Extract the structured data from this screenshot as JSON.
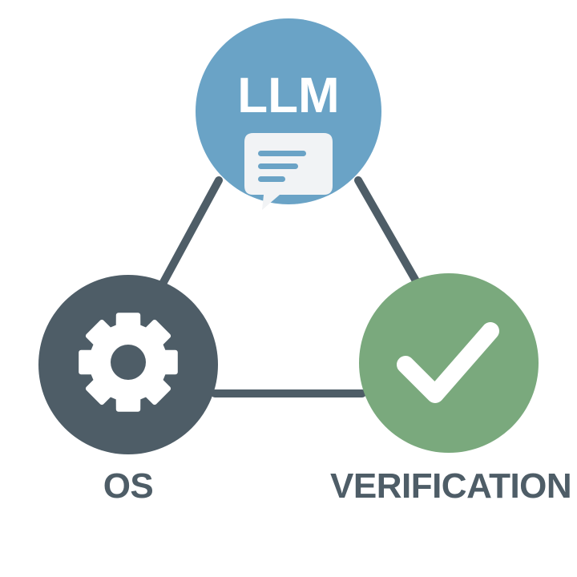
{
  "nodes": {
    "llm": {
      "title": "LLM",
      "icon": "chat-bubble-icon",
      "color": "#6aa3c6"
    },
    "os": {
      "label": "OS",
      "icon": "gear-icon",
      "color": "#4e5d67"
    },
    "verification": {
      "label": "VERIFICATION",
      "icon": "checkmark-icon",
      "color": "#7aa97d"
    }
  },
  "colors": {
    "connector": "#4e5d67",
    "label_text": "#4e5d67",
    "icon_fill": "#ffffff",
    "bubble_fill": "#f1f3f5",
    "bubble_lines": "#6aa3c6"
  }
}
